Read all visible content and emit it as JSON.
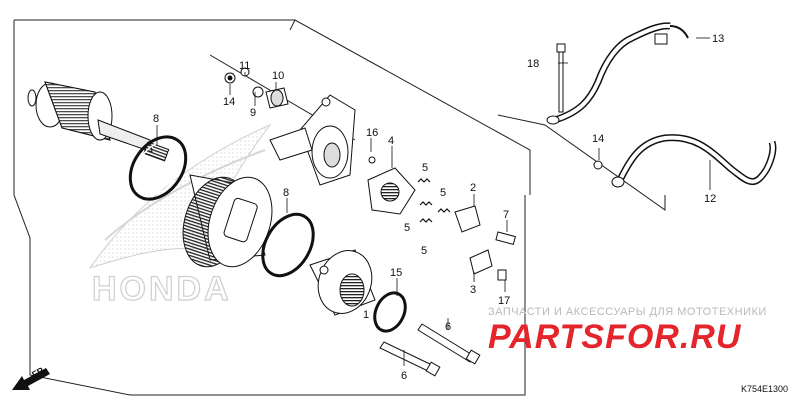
{
  "diagram": {
    "code": "K754E1300",
    "direction_label": "FR.",
    "brand_watermark": "HONDA",
    "site_tagline": "ЗАПЧАСТИ И АКСЕССУАРЫ ДЛЯ МОТОТЕХНИКИ",
    "site_logo": "PARTSFOR.RU"
  },
  "callouts": [
    {
      "id": "c8a",
      "text": "8"
    },
    {
      "id": "c11",
      "text": "11"
    },
    {
      "id": "c14a",
      "text": "14"
    },
    {
      "id": "c9",
      "text": "9"
    },
    {
      "id": "c10",
      "text": "10"
    },
    {
      "id": "c1",
      "text": "1"
    },
    {
      "id": "c16",
      "text": "16"
    },
    {
      "id": "c4",
      "text": "4"
    },
    {
      "id": "c5a",
      "text": "5"
    },
    {
      "id": "c5b",
      "text": "5"
    },
    {
      "id": "c5c",
      "text": "5"
    },
    {
      "id": "c5d",
      "text": "5"
    },
    {
      "id": "c2",
      "text": "2"
    },
    {
      "id": "c7",
      "text": "7"
    },
    {
      "id": "c8b",
      "text": "8"
    },
    {
      "id": "c15",
      "text": "15"
    },
    {
      "id": "c3",
      "text": "3"
    },
    {
      "id": "c17",
      "text": "17"
    },
    {
      "id": "c6a",
      "text": "6"
    },
    {
      "id": "c6b",
      "text": "6"
    },
    {
      "id": "c18",
      "text": "18"
    },
    {
      "id": "c13",
      "text": "13"
    },
    {
      "id": "c14b",
      "text": "14"
    },
    {
      "id": "c12",
      "text": "12"
    }
  ]
}
